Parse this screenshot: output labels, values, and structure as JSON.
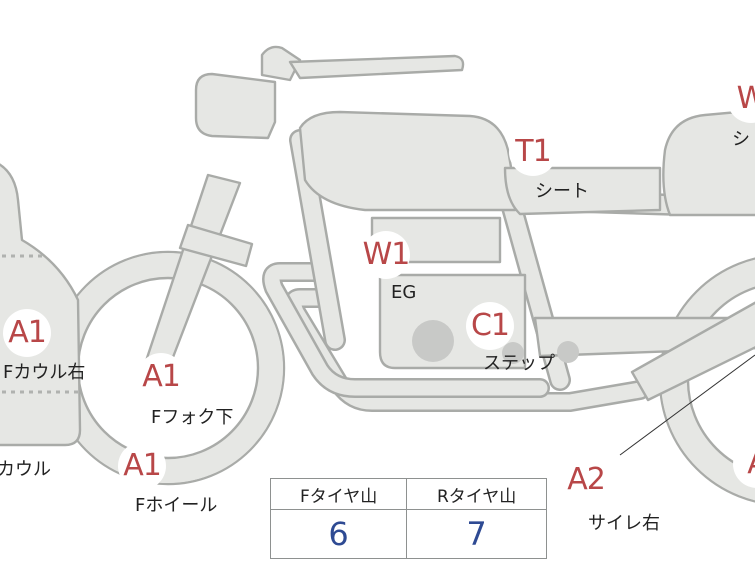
{
  "colors": {
    "part_fill": "#e6e7e4",
    "part_outline": "#a9aba8",
    "code_text": "#b84748",
    "label_text": "#222222",
    "table_value": "#2e4a93",
    "dots": "#c8c9c7"
  },
  "markers": [
    {
      "code": "W1",
      "label": "EG"
    },
    {
      "code": "T1",
      "label": "シート"
    },
    {
      "code": "C1",
      "label": "ステップ"
    },
    {
      "code": "A1",
      "label": "Fカウル右"
    },
    {
      "code": "A1",
      "label": "Fフォク下"
    },
    {
      "code": "A1",
      "label": "Fホイール"
    },
    {
      "code": "A2",
      "label": "サイレ右"
    },
    {
      "code": "W",
      "label": "シ"
    },
    {
      "code": "A",
      "label": ""
    },
    {
      "code": "",
      "label": "カウル"
    }
  ],
  "tread_table": {
    "headers": [
      "Fタイヤ山",
      "Rタイヤ山"
    ],
    "values": [
      "6",
      "7"
    ]
  }
}
